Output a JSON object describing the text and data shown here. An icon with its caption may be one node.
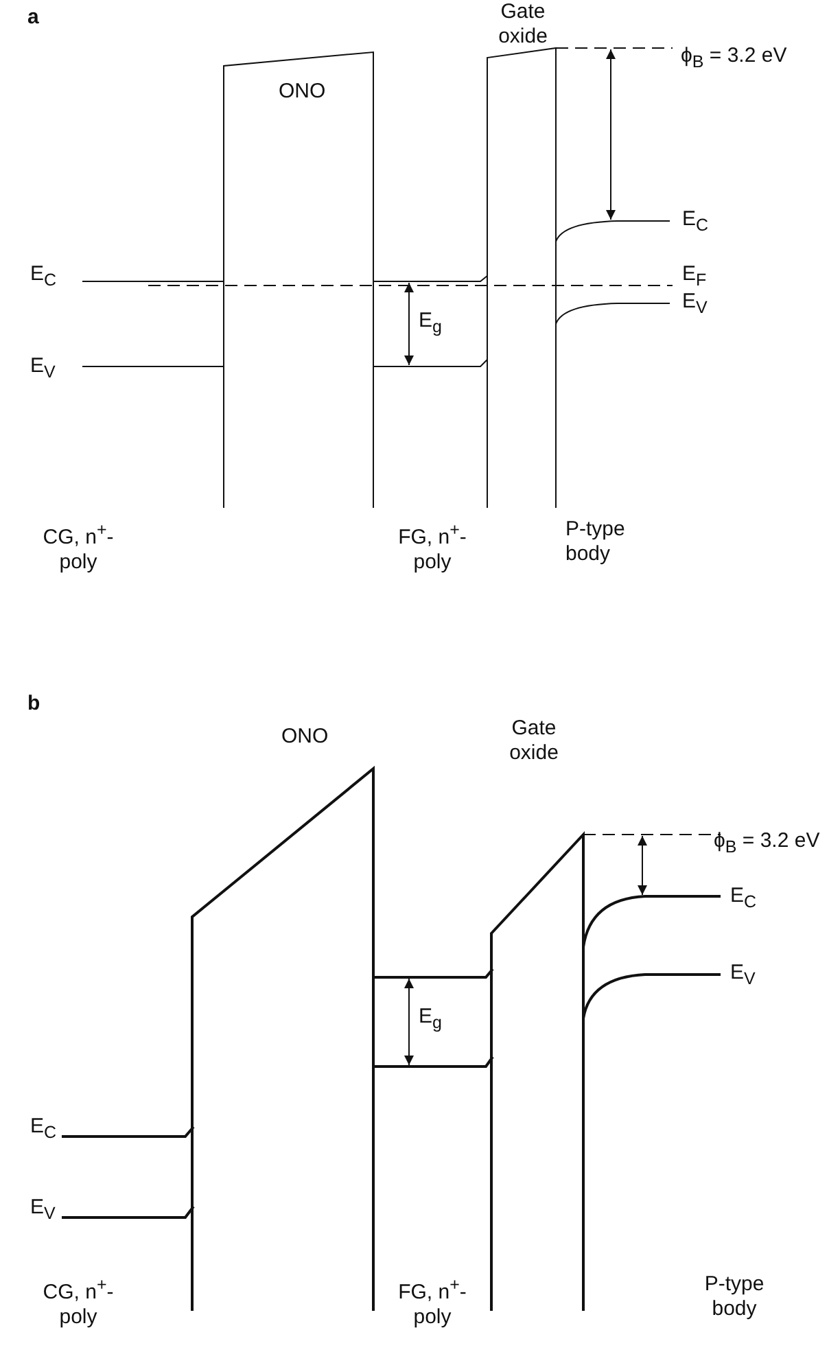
{
  "diagram": {
    "labels": [
      "a",
      "ONO",
      "Gate oxide",
      "ϕ$_{B}$ = 3.2 eV",
      "E$_{C}$",
      "E$_{C}$",
      "E$_{F}$",
      "E$_{V}$",
      "E$_{g}$",
      "E$_{V}$",
      "CG, n$^{+}$-poly",
      "FG, n$^{+}$-poly",
      "P-type body",
      "b",
      "ONO",
      "Gate oxide",
      "ϕ$_{B}$ = 3.2 eV",
      "E$_{C}$",
      "E$_{V}$",
      "E$_{g}$",
      "E$_{C}$",
      "E$_{V}$",
      "CG, n$^{+}$-poly",
      "FG, n$^{+}$-poly",
      "P-type body"
    ]
  }
}
